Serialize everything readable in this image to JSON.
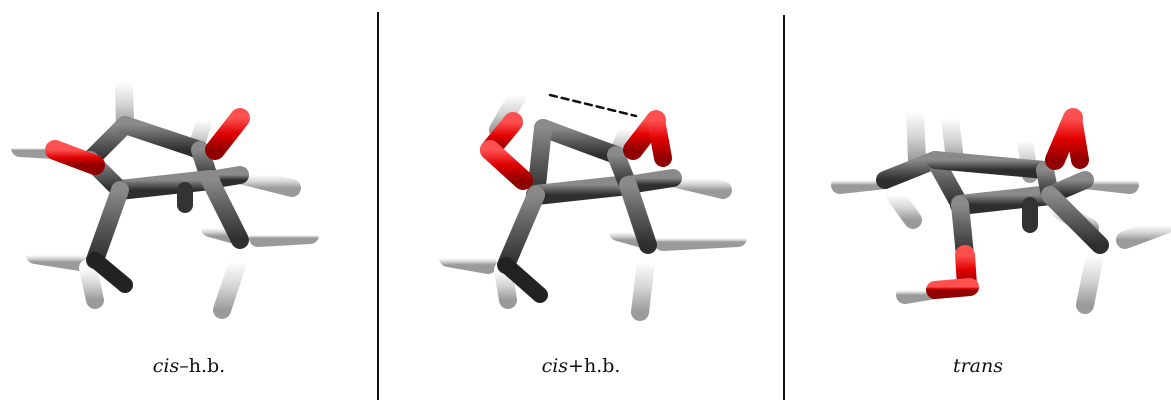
{
  "panels": [
    {
      "id": "cis-minus-hb",
      "label_italic": "cis",
      "label_rest": "–h.b."
    },
    {
      "id": "cis-plus-hb",
      "label_italic": "cis",
      "label_rest": "+h.b."
    },
    {
      "id": "trans",
      "label_italic": "trans",
      "label_rest": ""
    }
  ],
  "colors": {
    "carbon": "#5a5a5a",
    "oxygen": "#e00000",
    "hydrogen": "#d8d8d8",
    "hbond": "#111111"
  }
}
